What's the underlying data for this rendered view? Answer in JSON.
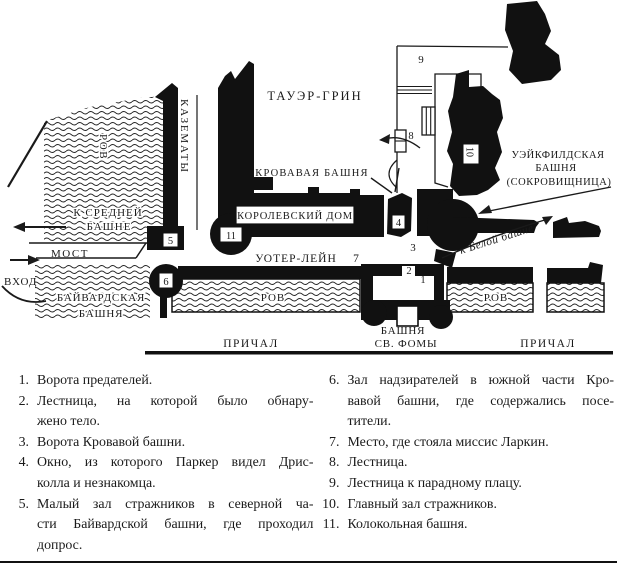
{
  "colors": {
    "ink": "#111111",
    "background": "#ffffff"
  },
  "map": {
    "labels": {
      "tower_green": "ТАУЭР-ГРИН",
      "bloody_tower": "КРОВАВАЯ БАШНЯ",
      "kings_house": "КОРОЛЕВСКИЙ ДОМ",
      "water_lane": "УОТЕР-ЛЕЙН",
      "casemates": "КАЗЕМАТЫ",
      "moat_upper": "РОВ",
      "moat_center": "РОВ",
      "moat_right": "РОВ",
      "to_middle_tower": [
        "К СРЕДНЕЙ",
        "БАШНЕ"
      ],
      "bridge": "МОСТ",
      "entrance": "ВХОД",
      "byward_tower": [
        "БАЙВАРДСКАЯ",
        "БАШНЯ"
      ],
      "st_thomas_tower": [
        "БАШНЯ",
        "СВ. ФОМЫ"
      ],
      "wharf_left": "ПРИЧАЛ",
      "wharf_right": "ПРИЧАЛ",
      "wakefield_tower": [
        "УЭЙКФИЛДСКАЯ",
        "БАШНЯ",
        "(СОКРОВИЩНИЦА)"
      ],
      "to_white_tower": "к Белой башне"
    },
    "markers": {
      "n1": "1",
      "n2": "2",
      "n3": "3",
      "n4": "4",
      "n5": "5",
      "n6": "6",
      "n7": "7",
      "n8": "8",
      "n9": "9",
      "n10": "10",
      "n11": "11"
    }
  },
  "legend": {
    "left": [
      {
        "num": "1.",
        "lines": [
          "Ворота предателей."
        ]
      },
      {
        "num": "2.",
        "lines": [
          "Лестница, на которой было обнару-",
          "жено тело."
        ]
      },
      {
        "num": "3.",
        "lines": [
          "Ворота Кровавой башни."
        ]
      },
      {
        "num": "4.",
        "lines": [
          "Окно, из которого Паркер видел Дрис-",
          "колла и незнакомца."
        ]
      },
      {
        "num": "5.",
        "lines": [
          "Малый зал стражников в северной ча-",
          "сти Байвардской башни, где проходил",
          "допрос."
        ]
      }
    ],
    "right": [
      {
        "num": "6.",
        "lines": [
          "Зал надзирателей в южной части Кро-",
          "вавой башни, где содержались посе-",
          "тители."
        ]
      },
      {
        "num": "7.",
        "lines": [
          "Место, где стояла миссис Ларкин."
        ]
      },
      {
        "num": "8.",
        "lines": [
          "Лестница."
        ]
      },
      {
        "num": "9.",
        "lines": [
          "Лестница к парадному плацу."
        ]
      },
      {
        "num": "10.",
        "lines": [
          "Главный зал стражников."
        ]
      },
      {
        "num": "11.",
        "lines": [
          "Колокольная башня."
        ]
      }
    ]
  }
}
